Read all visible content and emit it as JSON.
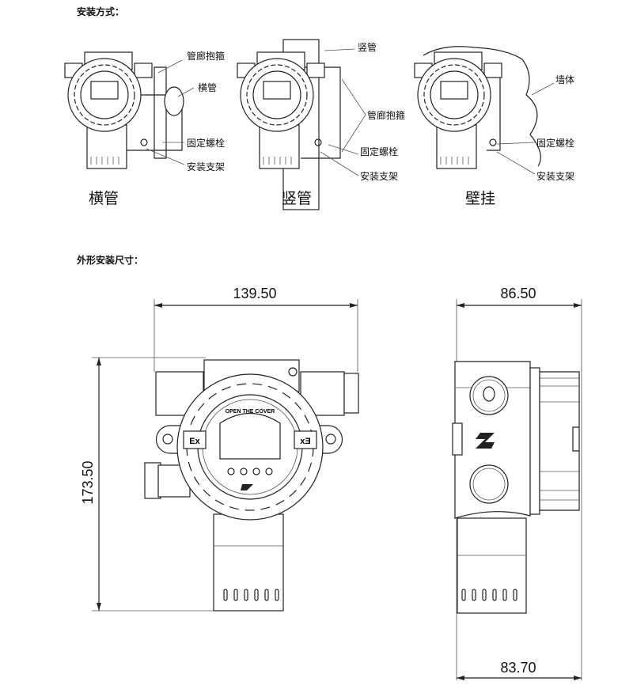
{
  "section_install": {
    "title": "安装方式：",
    "horizontal": {
      "caption": "横管",
      "labels": {
        "clamp": "管廊抱箍",
        "pipe": "横管",
        "bolt": "固定螺栓",
        "bracket": "安装支架"
      }
    },
    "vertical": {
      "caption": "竖管",
      "labels": {
        "pipe": "竖管",
        "clamp": "管廊抱箍",
        "bolt": "固定螺栓",
        "bracket": "安装支架"
      }
    },
    "wall": {
      "caption": "壁挂",
      "labels": {
        "wall": "墙体",
        "bolt": "固定螺栓",
        "bracket": "安装支架"
      }
    }
  },
  "section_dimensions": {
    "title": "外形安装尺寸：",
    "front": {
      "width": "139.50",
      "height": "173.50",
      "cover_text": "OPEN THE COVER",
      "ex_left": "Ex",
      "ex_right": "Ex"
    },
    "side": {
      "depth_top": "86.50",
      "depth_bottom": "83.70"
    }
  }
}
